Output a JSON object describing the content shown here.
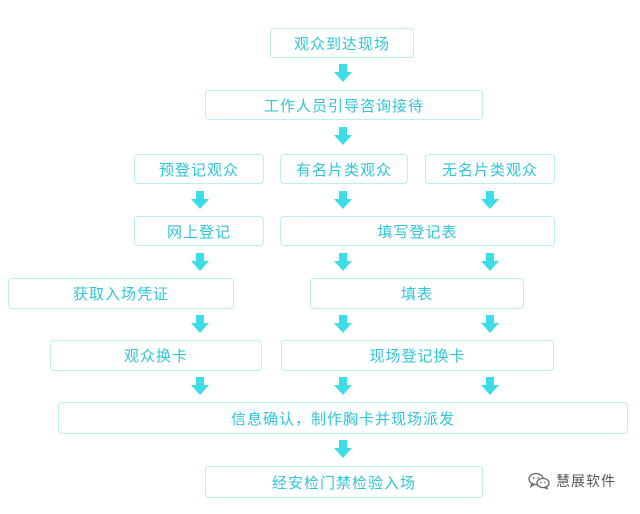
{
  "diagram": {
    "nodes": {
      "arrive": "观众到达现场",
      "guide": "工作人员引导咨询接待",
      "prereg": "预登记观众",
      "withcard": "有名片类观众",
      "nocard": "无名片类观众",
      "online": "网上登记",
      "fillform": "填写登记表",
      "voucher": "获取入场凭证",
      "fill": "填表",
      "exchange": "观众换卡",
      "onsite_exchange": "现场登记换卡",
      "confirm": "信息确认，制作胸卡并现场派发",
      "entry": "经安检门禁检验入场"
    },
    "colors": {
      "accent": "#2fc6d6",
      "border": "#b9eef3",
      "arrow": "#3ddde8"
    }
  },
  "watermark": {
    "text": "慧展软件",
    "icon": "wechat-icon"
  }
}
